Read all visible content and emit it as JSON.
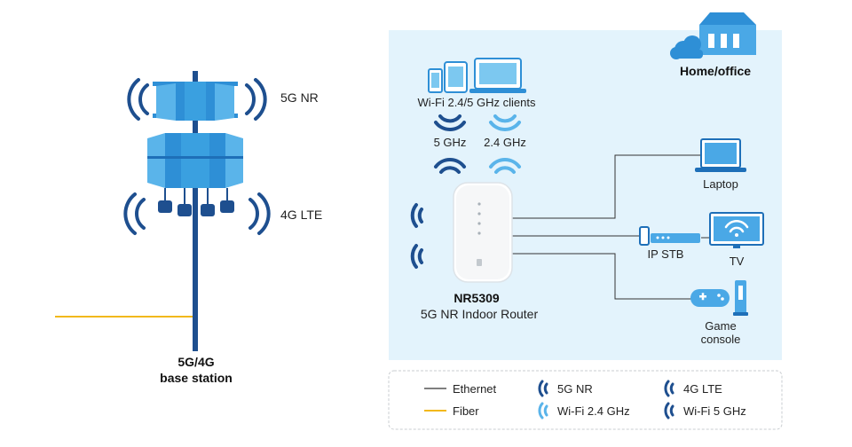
{
  "tower": {
    "nr_label": "5G NR",
    "lte_label": "4G LTE",
    "title_line1": "5G/4G",
    "title_line2": "base station"
  },
  "home": {
    "title": "Home/office",
    "clients_label": "Wi-Fi 2.4/5 GHz clients",
    "band_5": "5 GHz",
    "band_24": "2.4 GHz",
    "router_model": "NR5309",
    "router_desc": "5G NR Indoor Router",
    "laptop": "Laptop",
    "stb": "IP STB",
    "tv": "TV",
    "game_line1": "Game",
    "game_line2": "console"
  },
  "legend": {
    "ethernet": "Ethernet",
    "fiber": "Fiber",
    "nr": "5G NR",
    "wifi24": "Wi-Fi 2.4 GHz",
    "lte": "4G LTE",
    "wifi5": "Wi-Fi 5 GHz"
  },
  "colors": {
    "dark_blue": "#1e4f8f",
    "mid_blue": "#2e8fd6",
    "light_blue": "#7cc8f0",
    "panel_bg": "#e3f3fc",
    "fiber": "#f2b81c",
    "line": "#333333"
  }
}
